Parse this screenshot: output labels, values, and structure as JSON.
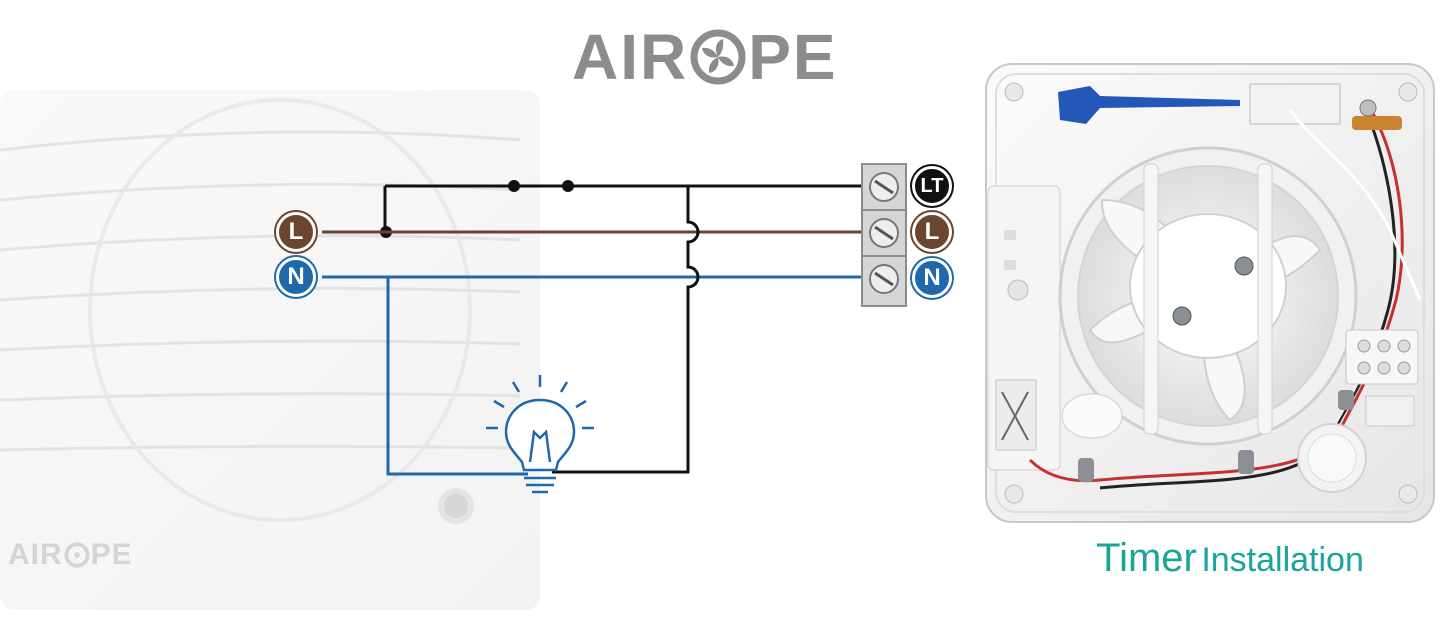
{
  "brand": {
    "name_prefix": "AIR",
    "name_suffix": "PE",
    "logo_glyph": "fan-icon"
  },
  "caption": {
    "word1": "Timer",
    "word2": "Installation"
  },
  "terminals": {
    "left": [
      {
        "label": "L",
        "color": "#6b4530"
      },
      {
        "label": "N",
        "color": "#1f68ad"
      }
    ],
    "block": [
      {
        "label": "LT",
        "color": "#111111"
      },
      {
        "label": "L",
        "color": "#6b4530"
      },
      {
        "label": "N",
        "color": "#1f68ad"
      }
    ]
  },
  "wire_colors": {
    "live": "#6b4530",
    "neutral": "#1f68ad",
    "switched": "#111111"
  },
  "accent": "#1aa59a"
}
